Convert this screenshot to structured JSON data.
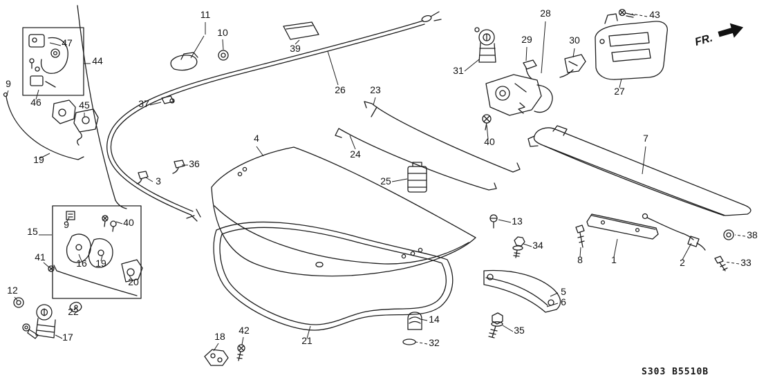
{
  "diagram": {
    "direction_label": "FR.",
    "footer_code": "S303 B5510B",
    "colors": {
      "ink": "#1c1c1c",
      "background": "#ffffff"
    }
  },
  "labels": [
    "11",
    "10",
    "39",
    "26",
    "23",
    "24",
    "28",
    "29",
    "30",
    "31",
    "43",
    "27",
    "44",
    "47",
    "46",
    "45",
    "9",
    "19",
    "37",
    "36",
    "3",
    "4",
    "25",
    "40",
    "7",
    "13",
    "34",
    "8",
    "1",
    "2",
    "38",
    "33",
    "5",
    "6",
    "35",
    "15",
    "9",
    "16",
    "19",
    "40",
    "41",
    "20",
    "12",
    "22",
    "17",
    "18",
    "42",
    "21",
    "14",
    "32"
  ]
}
